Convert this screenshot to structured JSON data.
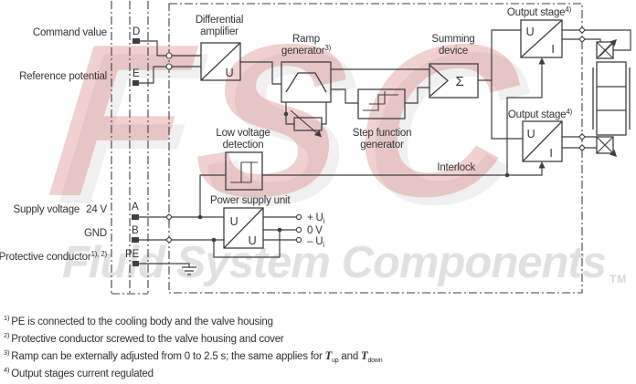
{
  "diagram": {
    "left_labels": {
      "command_value": "Command value",
      "reference_potential": "Reference potential",
      "supply_voltage": "Supply voltage",
      "supply_voltage_value": "24 V",
      "gnd": "GND",
      "protective_conductor": "Protective conductor",
      "protective_conductor_sup": "1), 2)"
    },
    "terminals": {
      "d": "D",
      "e": "E",
      "a": "A",
      "b": "B",
      "pe": "PE"
    },
    "blocks": {
      "differential_amplifier": {
        "line1": "Differential",
        "line2": "amplifier",
        "symbol_u": "U"
      },
      "ramp_generator": {
        "line1": "Ramp",
        "line2": "generator",
        "sup": "3)"
      },
      "step_function_generator": {
        "line1": "Step function",
        "line2": "generator"
      },
      "summing_device": {
        "line1": "Summing",
        "line2": "device",
        "symbol": "Σ"
      },
      "low_voltage_detection": {
        "line1": "Low voltage",
        "line2": "detection"
      },
      "power_supply_unit": {
        "label": "Power supply unit",
        "symbol_u_top": "U",
        "symbol_u_bottom": "U"
      },
      "output_stage_1": {
        "label": "Output stage",
        "sup": "4)",
        "symbol_u": "U",
        "symbol_i": "I"
      },
      "output_stage_2": {
        "label": "Output stage",
        "sup": "4)",
        "symbol_u": "U",
        "symbol_i": "I"
      }
    },
    "signals": {
      "interlock": "Interlock",
      "plus_ui": "+ U",
      "plus_ui_sub": "i",
      "zero_v": "0 V",
      "minus_ui": "– U",
      "minus_ui_sub": "i"
    }
  },
  "watermark": {
    "logo": "FSC",
    "text": "Fluid System Components",
    "tm": "TM"
  },
  "footnotes": [
    {
      "mark": "1)",
      "text": "PE is connected to the cooling body and the valve housing"
    },
    {
      "mark": "2)",
      "text": "Protective conductor screwed to the valve housing and cover"
    },
    {
      "mark": "3)",
      "pre": "Ramp can be externally adjusted from 0 to 2.5 s; the same applies for ",
      "t1": "T",
      "s1": "up",
      "mid": " and ",
      "t2": "T",
      "s2": "down"
    },
    {
      "mark": "4)",
      "text": "Output stages current regulated"
    }
  ]
}
